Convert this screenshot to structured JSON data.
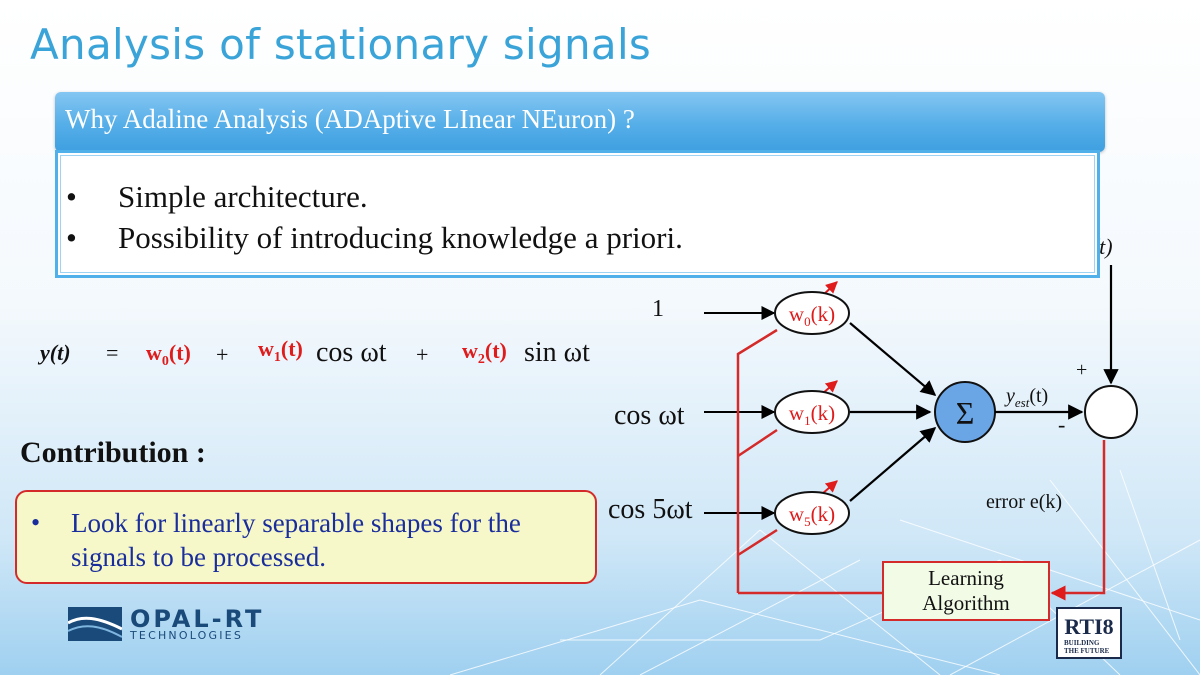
{
  "slide": {
    "title": "Analysis of stationary signals",
    "why_heading": "Why Adaline Analysis (ADAptive LInear NEuron) ?",
    "bullets": [
      {
        "marker": "•",
        "text": "Simple architecture."
      },
      {
        "marker": "•",
        "text": "Possibility of introducing knowledge a priori."
      }
    ],
    "contribution_heading": "Contribution :",
    "contribution_bullet": {
      "marker": "•",
      "text": "Look for linearly separable shapes for the signals to be processed."
    }
  },
  "equation": {
    "lhs": "y(t)",
    "equals": "=",
    "w0": "w",
    "w0_sub": "0",
    "w0_arg": "(t)",
    "plus1": "+",
    "w1": "w",
    "w1_sub": "1",
    "w1_arg": "(t)",
    "cos_term": "cos ωt",
    "plus2": "+",
    "w2": "w",
    "w2_sub": "2",
    "w2_arg": "(t)",
    "sin_term": "sin ωt"
  },
  "diagram": {
    "input_1": "1",
    "input_cos": "cos ωt",
    "input_cos5": "cos 5ωt",
    "weight_0": {
      "main": "w",
      "sub": "0",
      "arg": "(k)"
    },
    "weight_1": {
      "main": "w",
      "sub": "1",
      "arg": "(k)"
    },
    "weight_5": {
      "main": "w",
      "sub": "5",
      "arg": "(k)"
    },
    "sum_symbol": "Σ",
    "y_est": {
      "main": "y",
      "sub": "est",
      "arg": "(t)"
    },
    "plus_sign": "+",
    "minus_sign": "-",
    "y_label": "y(t)",
    "error_label": "error e(k)",
    "learning_algorithm": [
      "Learning",
      "Algorithm"
    ]
  },
  "logos": {
    "opal_name": "OPAL-RT",
    "opal_sub": "TECHNOLOGIES",
    "rti_main": "RTI8",
    "rti_sub1": "BUILDING",
    "rti_sub2": "THE FUTURE"
  },
  "colors": {
    "title": "#3aa3d8",
    "header_bar": "#4fb0ea",
    "weights": "#e01b1b",
    "feedback_lines": "#d42a2a",
    "sum_node": "#6aa6e6",
    "contribution_text": "#1a2d9c",
    "contribution_box": "#f6f8c9"
  }
}
